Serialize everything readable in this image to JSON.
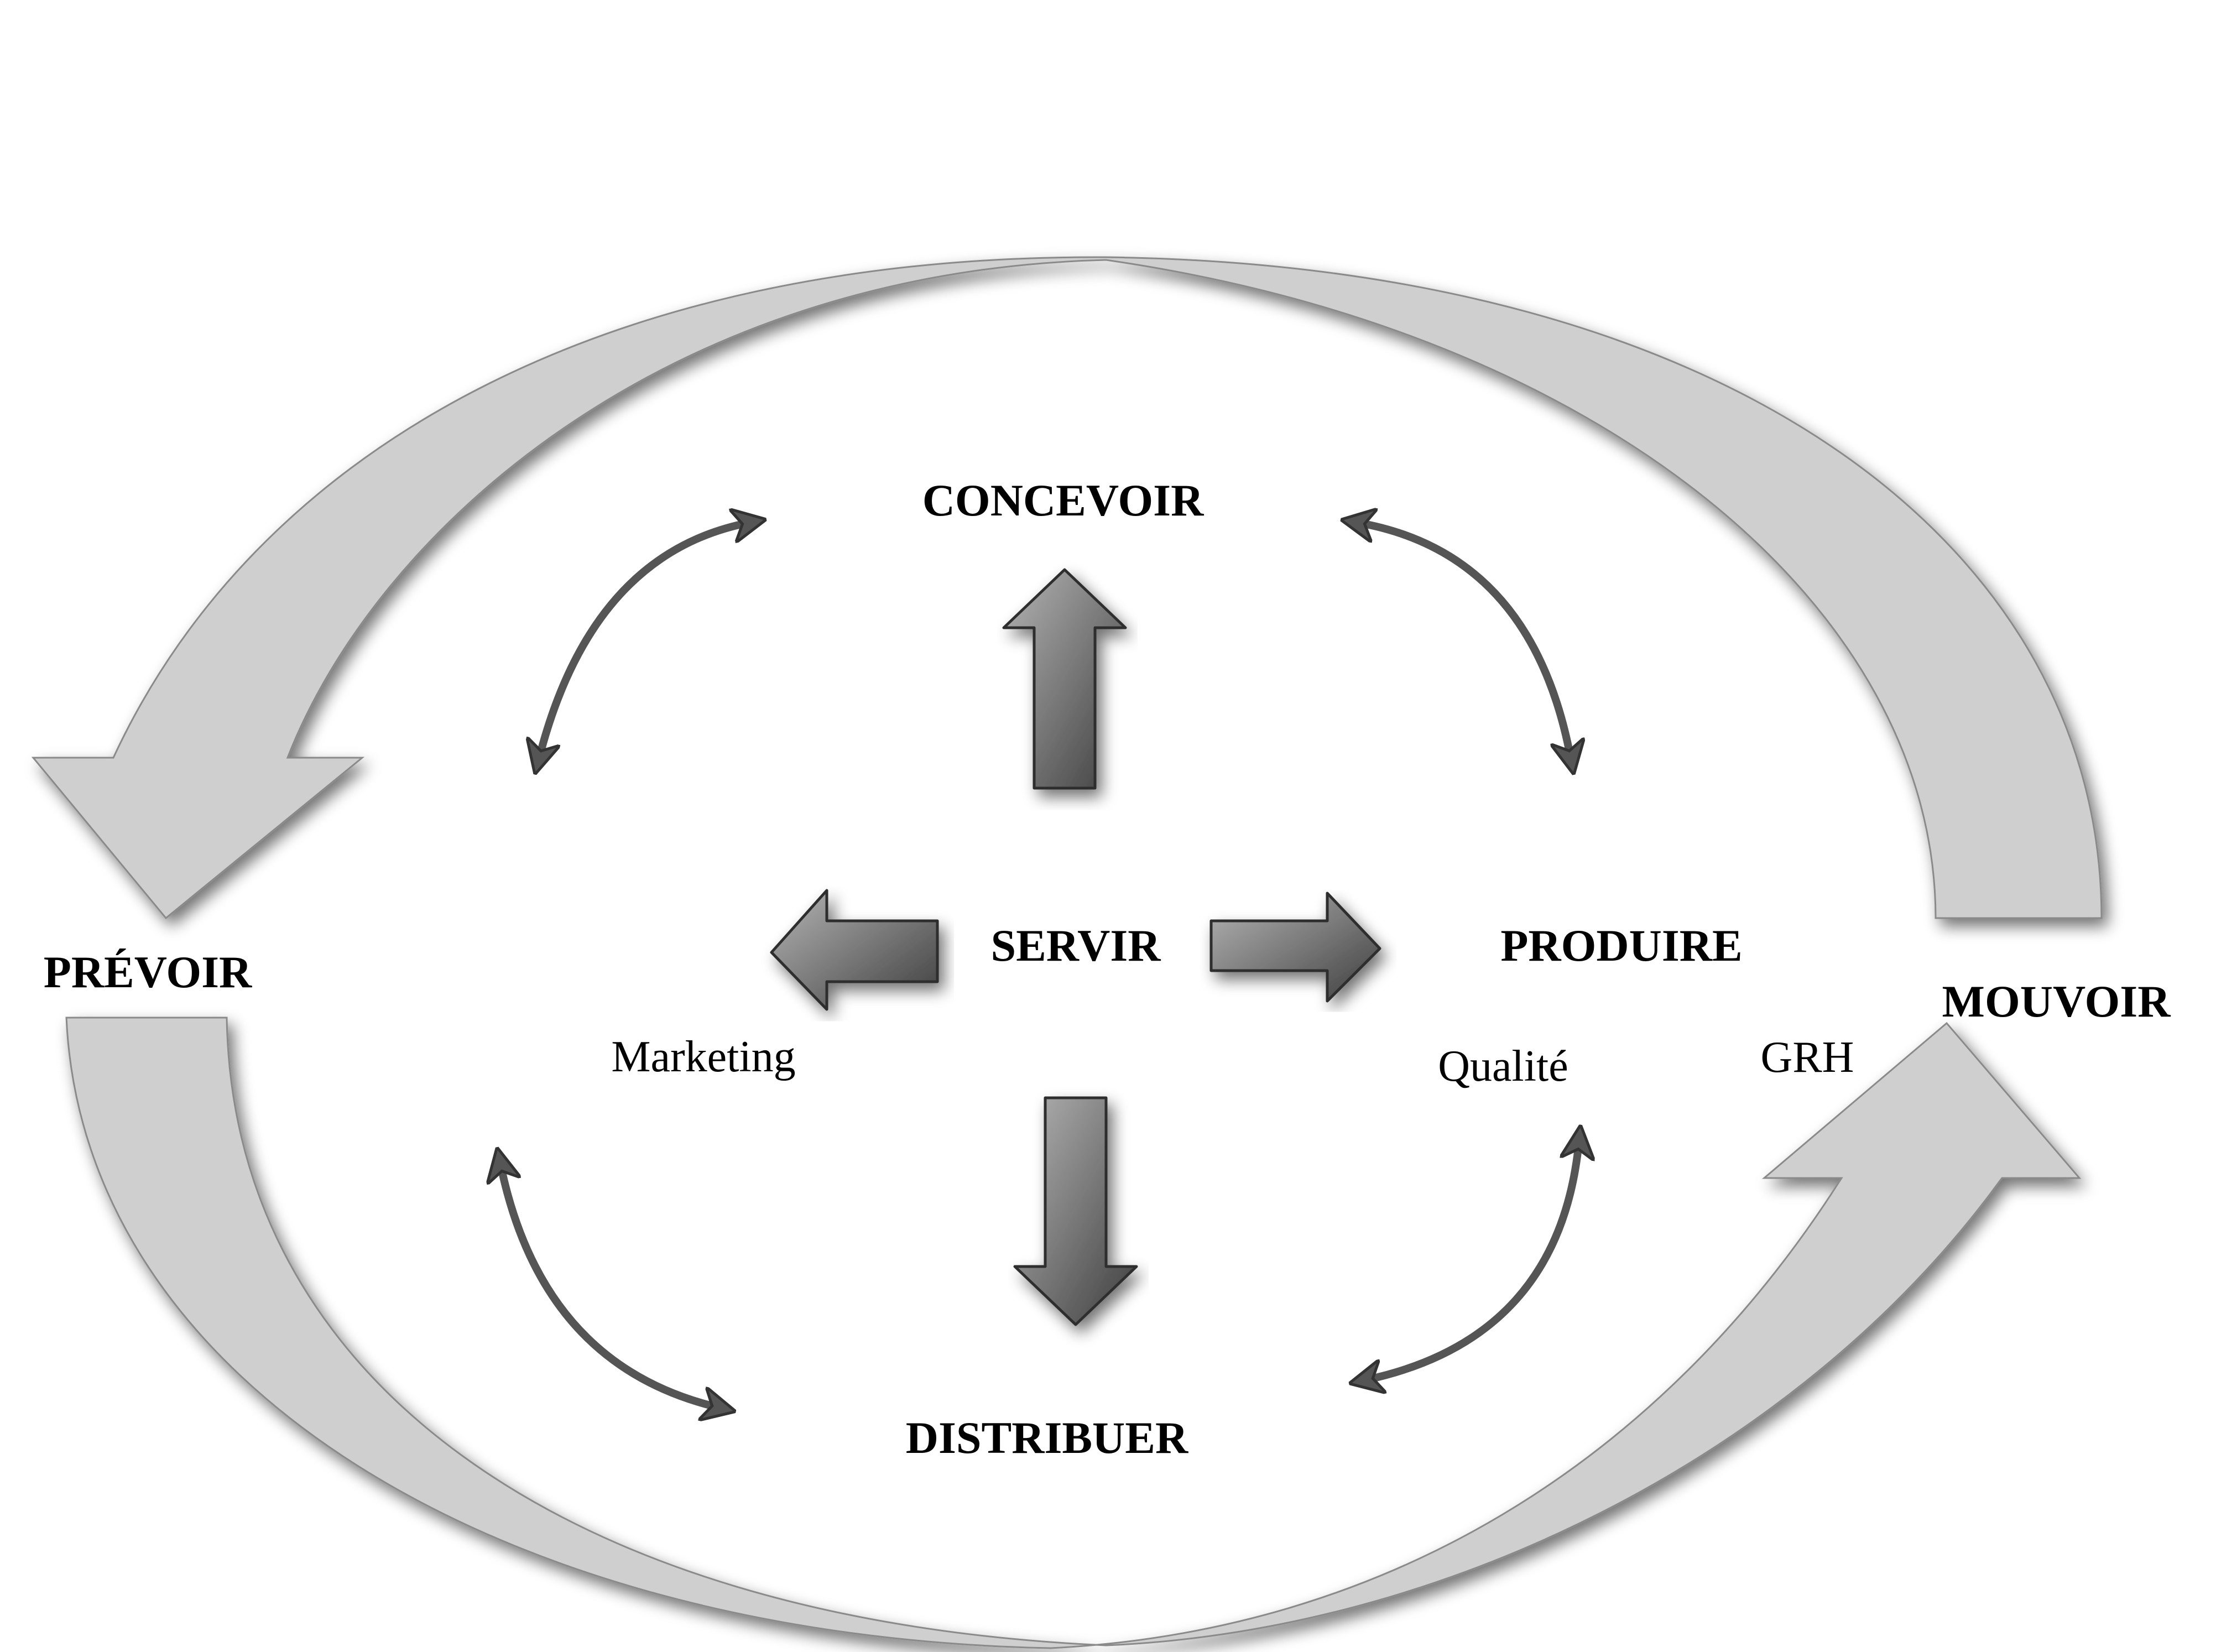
{
  "labels": {
    "concevoir": "CONCEVOIR",
    "servir": "SERVIR",
    "produire": "PRODUIRE",
    "distribuer": "DISTRIBUER",
    "prevoir": "PRÉVOIR",
    "mouvoir": "MOUVOIR",
    "marketing": "Marketing",
    "qualite": "Qualité",
    "grh": "GRH"
  },
  "colors": {
    "band_fill": "#cfcfcf",
    "band_stroke": "#8a8a8a",
    "block_arrow_fill": "#767676",
    "block_arrow_stroke": "#2f2f2f",
    "curved_arrow": "#555555"
  }
}
